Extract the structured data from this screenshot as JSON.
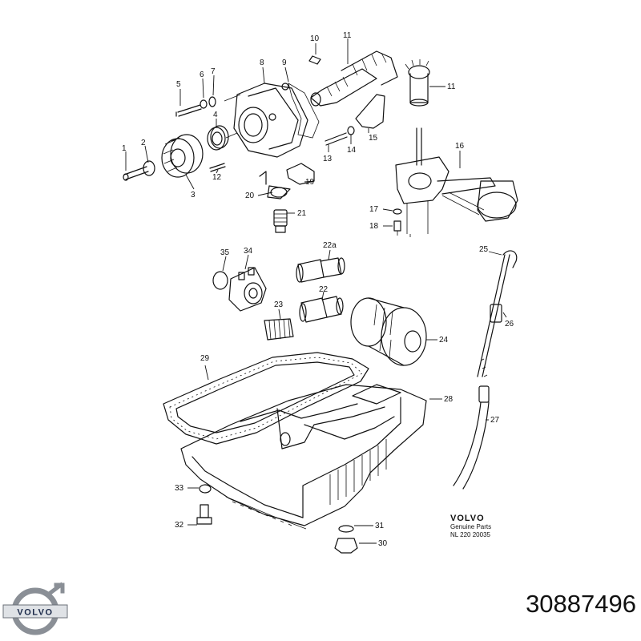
{
  "callouts": {
    "c1": "1",
    "c2": "2",
    "c3": "3",
    "c4": "4",
    "c5": "5",
    "c6": "6",
    "c7": "7",
    "c8": "8",
    "c9": "9",
    "c10": "10",
    "c11a": "11",
    "c11b": "11",
    "c12": "12",
    "c13": "13",
    "c14": "14",
    "c15": "15",
    "c16": "16",
    "c17": "17",
    "c18": "18",
    "c19": "19",
    "c20": "20",
    "c21": "21",
    "c22": "22",
    "c22a": "22a",
    "c23": "23",
    "c24": "24",
    "c25": "25",
    "c26": "26",
    "c27": "27",
    "c28": "28",
    "c29": "29",
    "c30": "30",
    "c31": "31",
    "c32": "32",
    "c33": "33",
    "c34": "34",
    "c35": "35"
  },
  "stamp": {
    "brand": "VOLVO",
    "line1": "Genuine Parts",
    "line2": "NL 220 20035"
  },
  "logo": {
    "brand": "VOLVO"
  },
  "part_number": "30887496"
}
